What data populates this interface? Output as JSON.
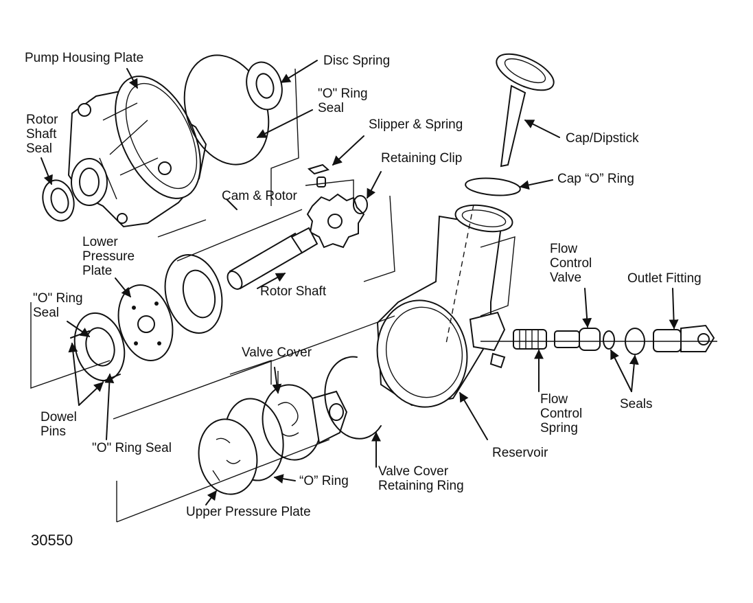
{
  "labels": {
    "pump_housing_plate": "Pump Housing Plate",
    "disc_spring": "Disc Spring",
    "o_ring_seal_top": "\"O\" Ring\nSeal",
    "rotor_shaft_seal": "Rotor\nShaft\nSeal",
    "slipper_spring": "Slipper & Spring",
    "cap_dipstick": "Cap/Dipstick",
    "retaining_clip": "Retaining Clip",
    "cap_o_ring": "Cap “O” Ring",
    "cam_rotor": "Cam & Rotor",
    "lower_pressure_plate": "Lower\nPressure\nPlate",
    "flow_control_valve": "Flow\nControl\nValve",
    "outlet_fitting": "Outlet Fitting",
    "rotor_shaft": "Rotor Shaft",
    "o_ring_seal_left": "\"O\" Ring\nSeal",
    "valve_cover": "Valve Cover",
    "flow_control_spring": "Flow\nControl\nSpring",
    "seals": "Seals",
    "dowel_pins": "Dowel\nPins",
    "o_ring_seal_bottom": "\"O\" Ring Seal",
    "reservoir": "Reservoir",
    "valve_cover_retaining_ring": "Valve Cover\nRetaining Ring",
    "o_ring": "“O” Ring",
    "upper_pressure_plate": "Upper Pressure Plate"
  },
  "figure_number": "30550"
}
